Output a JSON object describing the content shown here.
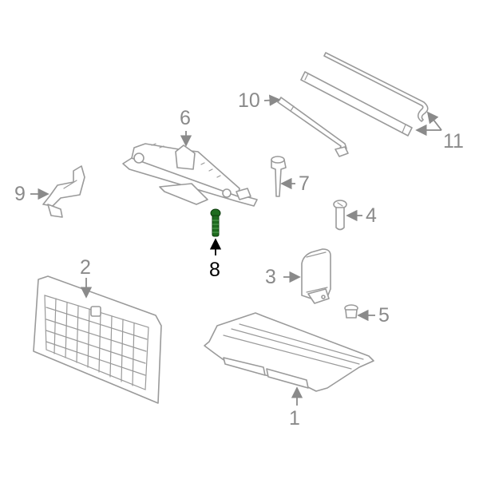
{
  "diagram": {
    "type": "exploded-parts-diagram",
    "subject": "Spare tire jack and tool storage components",
    "highlight_color": "#1e6b1e",
    "line_color": "#9a9a9a",
    "label_color": "#8a8a8a",
    "highlighted_part": "8"
  },
  "callouts": [
    {
      "id": "1",
      "label": "1"
    },
    {
      "id": "2",
      "label": "2"
    },
    {
      "id": "3",
      "label": "3"
    },
    {
      "id": "4",
      "label": "4"
    },
    {
      "id": "5",
      "label": "5"
    },
    {
      "id": "6",
      "label": "6"
    },
    {
      "id": "7",
      "label": "7"
    },
    {
      "id": "8",
      "label": "8"
    },
    {
      "id": "9",
      "label": "9"
    },
    {
      "id": "10",
      "label": "10"
    },
    {
      "id": "11",
      "label": "11"
    }
  ],
  "parts": [
    {
      "callout": "1",
      "name": "storage-tray"
    },
    {
      "callout": "2",
      "name": "cover-panel"
    },
    {
      "callout": "3",
      "name": "bracket"
    },
    {
      "callout": "4",
      "name": "bolt"
    },
    {
      "callout": "5",
      "name": "grommet"
    },
    {
      "callout": "6",
      "name": "scissor-jack"
    },
    {
      "callout": "7",
      "name": "pin"
    },
    {
      "callout": "8",
      "name": "screw"
    },
    {
      "callout": "9",
      "name": "holder-clip"
    },
    {
      "callout": "10",
      "name": "lug-wrench"
    },
    {
      "callout": "11",
      "name": "extension-rods"
    }
  ]
}
